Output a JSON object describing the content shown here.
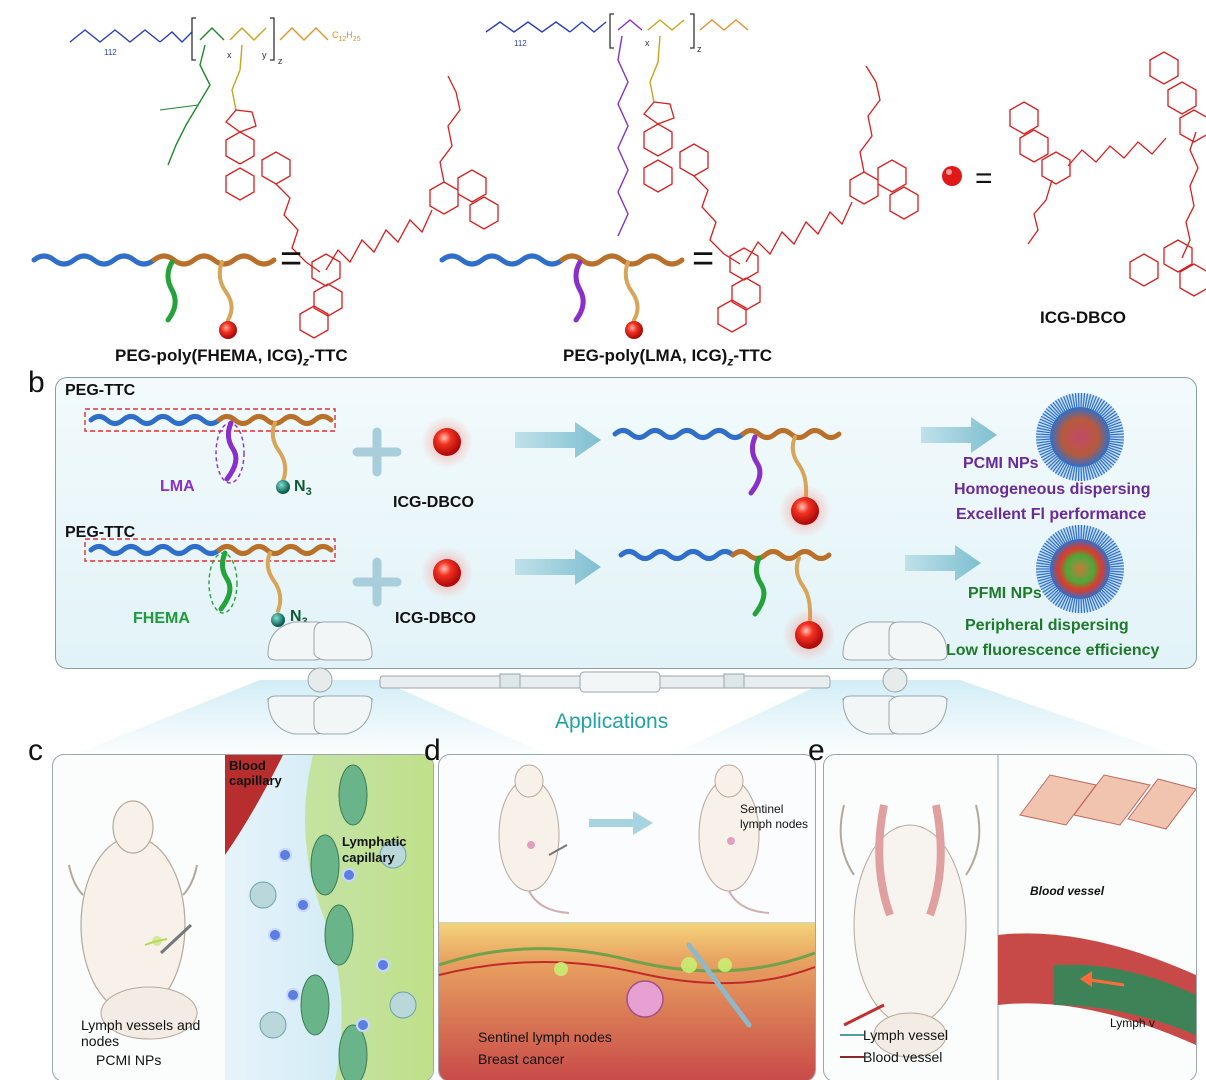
{
  "panel_a": {
    "peg_fhema_sub": "112",
    "peg_fhema_x": "x",
    "peg_fhema_y": "y",
    "peg_fhema_z": "z",
    "peg_fhema_c12": "C",
    "peg_fhema_c12_sub1": "12",
    "peg_fhema_c12_h": "H",
    "peg_fhema_c12_sub2": "25",
    "peg_lma_sub": "112",
    "peg_lma_x": "x",
    "peg_lma_z": "z",
    "label_fhema_pre": "PEG-poly(FHEMA, ICG)",
    "label_fhema_sub": "z",
    "label_fhema_post": "-TTC",
    "label_lma_pre": "PEG-poly(LMA, ICG)",
    "label_lma_sub": "z",
    "label_lma_post": "-TTC",
    "equals": "=",
    "icg_dbco": "ICG-DBCO"
  },
  "panel_b": {
    "letter": "b",
    "peg_ttc_1": "PEG-TTC",
    "peg_ttc_2": "PEG-TTC",
    "lma": "LMA",
    "fhema": "FHEMA",
    "n3_1": "N",
    "n3_1_sub": "3",
    "n3_2": "N",
    "n3_2_sub": "3",
    "icg_dbco_1": "ICG-DBCO",
    "icg_dbco_2": "ICG-DBCO",
    "pcmi": "PCMI NPs",
    "pcmi_line1": "Homogeneous dispersing",
    "pcmi_line2": "Excellent Fl performance",
    "pfmi": "PFMI NPs",
    "pfmi_line1": "Peripheral  dispersing",
    "pfmi_line2": "Low fluorescence efficiency"
  },
  "applications": "Applications",
  "panel_c": {
    "letter": "c",
    "blood_capillary": "Blood capillary",
    "lymphatic_capillary": "Lymphatic capillary",
    "legend_1": "Lymph vessels and nodes",
    "legend_2": "PCMI NPs"
  },
  "panel_d": {
    "letter": "d",
    "sentinel_label": "Sentinel lymph nodes",
    "legend_1": "Sentinel lymph nodes",
    "legend_2": "Breast cancer"
  },
  "panel_e": {
    "letter": "e",
    "blood_vessel": "Blood vessel",
    "lymph_v": "Lymph v",
    "legend_1": "Lymph vessel",
    "legend_2": "Blood vessel"
  },
  "colors": {
    "peg": "#2f6fc9",
    "backbone": "#b8702a",
    "lma": "#8a2fc9",
    "fhema": "#24a33a",
    "icg": "#e01818",
    "panel_bg": "#eaf6fa",
    "pcmi_text": "#6a2a9a",
    "pfmi_text": "#1e7a2a",
    "apps": "#2aa5a5"
  }
}
